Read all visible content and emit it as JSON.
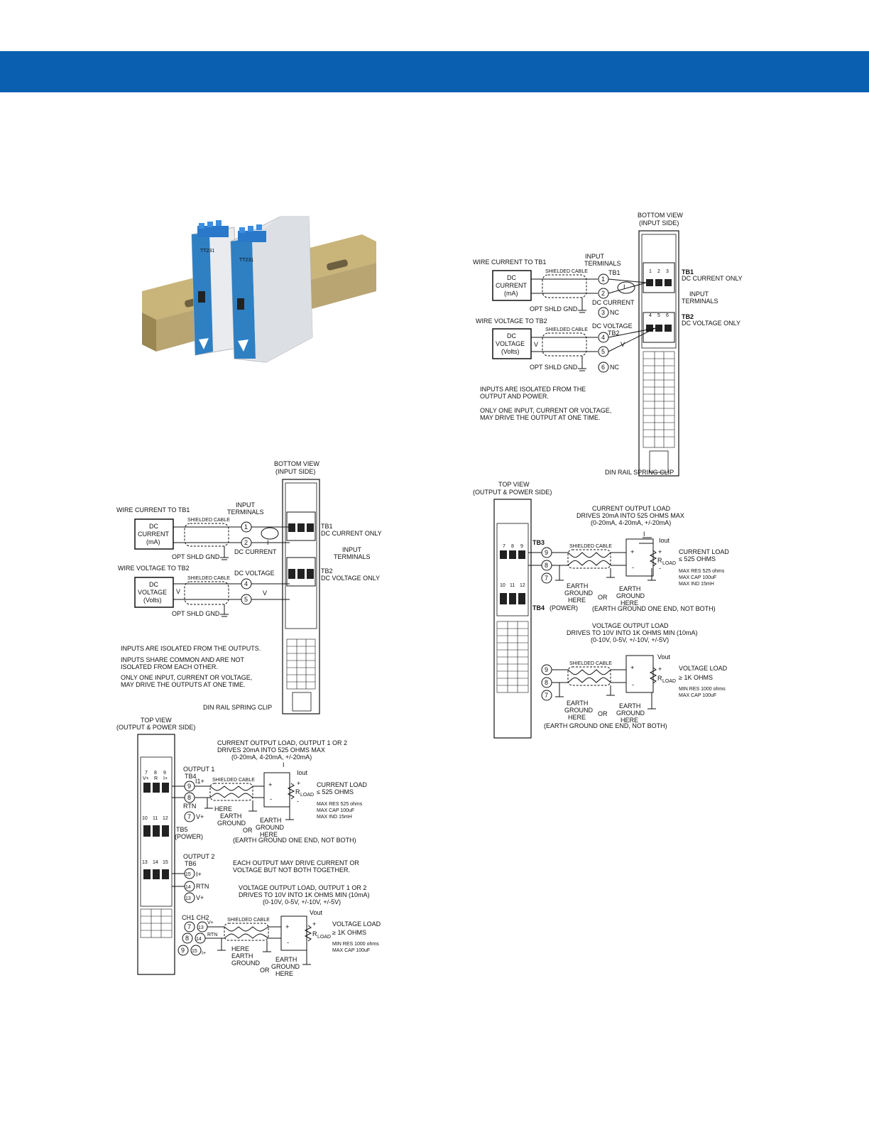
{
  "colors": {
    "banner": "#0b5fb1",
    "module_blue": "#2f7fc3",
    "module_body": "#e9ebee",
    "rail": "#b8a572"
  },
  "photo": {
    "module_a_label": "TT231",
    "module_b_label": "TT231",
    "icon": "din-rail-modules-photo"
  },
  "diagram_tr": {
    "bottom_view": "BOTTOM VIEW",
    "input_side": "(INPUT SIDE)",
    "wire_current": "WIRE CURRENT TO TB1",
    "input_terminals": "INPUT",
    "input_terminals2": "TERMINALS",
    "tb1": "TB1",
    "shielded": "SHIELDED CABLE",
    "dc": "DC",
    "current": "CURRENT",
    "ma": "(mA)",
    "dc_current": "DC CURRENT",
    "opt_shld": "OPT SHLD GND",
    "nc": "NC",
    "wire_voltage": "WIRE VOLTAGE TO TB2",
    "dc_voltage": "DC VOLTAGE",
    "tb2": "TB2",
    "voltage": "VOLTAGE",
    "volts": "(Volts)",
    "v": "V",
    "i": "I",
    "tb1_right": "TB1",
    "tb1_desc": "DC CURRENT ONLY",
    "input_right": "INPUT",
    "terminals_right": "TERMINALS",
    "tb2_right": "TB2",
    "tb2_desc": "DC VOLTAGE ONLY",
    "note1a": "INPUTS ARE ISOLATED FROM THE",
    "note1b": "OUTPUT AND POWER.",
    "note2a": "ONLY ONE INPUT, CURRENT OR VOLTAGE,",
    "note2b": "MAY DRIVE THE OUTPUT AT ONE TIME.",
    "din_clip": "DIN RAIL SPRING CLIP",
    "n1": "1",
    "n2": "2",
    "n3": "3",
    "n4": "4",
    "n5": "5",
    "n6": "6"
  },
  "diagram_ml": {
    "bottom_view": "BOTTOM VIEW",
    "input_side": "(INPUT SIDE)",
    "wire_current": "WIRE CURRENT TO TB1",
    "input_terminals": "INPUT",
    "input_terminals2": "TERMINALS",
    "shielded": "SHIELDED CABLE",
    "dc": "DC",
    "current": "CURRENT",
    "ma": "(mA)",
    "dc_current": "DC CURRENT",
    "opt_shld": "OPT SHLD GND",
    "wire_voltage": "WIRE VOLTAGE TO TB2",
    "dc_voltage": "DC VOLTAGE",
    "voltage": "VOLTAGE",
    "volts": "(Volts)",
    "v": "V",
    "i": "I",
    "tb1_right": "TB1",
    "tb1_desc": "DC CURRENT ONLY",
    "input_right": "INPUT",
    "terminals_right": "TERMINALS",
    "tb2_right": "TB2",
    "tb2_desc": "DC VOLTAGE ONLY",
    "note1": "INPUTS ARE ISOLATED FROM THE OUTPUTS.",
    "note2a": "INPUTS SHARE COMMON AND ARE NOT",
    "note2b": "ISOLATED FROM EACH OTHER.",
    "note3a": "ONLY ONE INPUT, CURRENT OR VOLTAGE,",
    "note3b": "MAY DRIVE THE OUTPUTS AT ONE TIME.",
    "din_clip": "DIN RAIL SPRING CLIP",
    "n1": "1",
    "n2": "2",
    "n4": "4",
    "n5": "5"
  },
  "diagram_mr": {
    "top_view": "TOP VIEW",
    "output_side": "(OUTPUT & POWER SIDE)",
    "cur_load1": "CURRENT OUTPUT LOAD",
    "cur_load2": "DRIVES 20mA INTO 525 OHMS MAX",
    "cur_load3": "(0-20mA, 4-20mA, +/-20mA)",
    "tb3": "TB3",
    "tb4": "TB4",
    "power": "(POWER)",
    "shielded": "SHIELDED CABLE",
    "iout": "Iout",
    "i": "I",
    "current_load": "CURRENT LOAD",
    "le525": "≤ 525 OHMS",
    "max_res": "MAX RES 525 ohms",
    "max_cap": "MAX CAP 100uF",
    "max_ind": "MAX IND 15mH",
    "earth": "EARTH",
    "ground": "GROUND",
    "here": "HERE",
    "or": "OR",
    "one_end": "(EARTH GROUND ONE END, NOT BOTH)",
    "volt_load1": "VOLTAGE OUTPUT LOAD",
    "volt_load2": "DRIVES TO 10V INTO 1K OHMS MIN (10mA)",
    "volt_load3": "(0-10V, 0-5V, +/-10V, +/-5V)",
    "vout": "Vout",
    "voltage_load": "VOLTAGE LOAD",
    "ge1k": "≥ 1K OHMS",
    "min_res": "MIN RES 1000 ohms",
    "max_cap2": "MAX CAP 100uF",
    "rload": "R",
    "load_sub": "LOAD",
    "n7": "7",
    "n8": "8",
    "n9": "9",
    "n10": "10",
    "n11": "11",
    "n12": "12"
  },
  "diagram_bl": {
    "top_view": "TOP VIEW",
    "output_side": "(OUTPUT & POWER SIDE)",
    "cur_load1": "CURRENT OUTPUT LOAD, OUTPUT 1 OR 2",
    "cur_load2": "DRIVES 20mA INTO 525 OHMS MAX",
    "cur_load3": "(0-20mA, 4-20mA, +/-20mA)",
    "output1": "OUTPUT 1",
    "tb4": "TB4",
    "i1": "I1+",
    "rtn": "RTN",
    "vplus": "V+",
    "here": "HERE",
    "earth": "EARTH",
    "ground": "GROUND",
    "or": "OR",
    "shielded": "SHIELDED CABLE",
    "iout": "Iout",
    "i": "I",
    "current_load": "CURRENT LOAD",
    "le525": "≤ 525 OHMS",
    "max_res": "MAX RES 525 ohms",
    "max_cap": "MAX CAP 100uF",
    "max_ind": "MAX IND 15mH",
    "tb5": "TB5",
    "power": "(POWER)",
    "one_end": "(EARTH GROUND ONE END, NOT BOTH)",
    "output2": "OUTPUT 2",
    "tb6": "TB6",
    "iplus": "I+",
    "each1": "EACH OUTPUT MAY DRIVE CURRENT OR",
    "each2": "VOLTAGE BUT NOT BOTH TOGETHER.",
    "volt_load1": "VOLTAGE OUTPUT LOAD, OUTPUT 1 OR 2",
    "volt_load2": "DRIVES TO 10V INTO 1K OHMS MIN (10mA)",
    "volt_load3": "(0-10V, 0-5V, +/-10V, +/-5V)",
    "ch1ch2": "CH1  CH2",
    "vout": "Vout",
    "voltage_load": "VOLTAGE LOAD",
    "ge1k": "≥ 1K OHMS",
    "min_res": "MIN RES 1000 ohms",
    "max_cap2": "MAX CAP 100uF",
    "rload": "R",
    "load_sub": "LOAD",
    "n7": "7",
    "n8": "8",
    "n9": "9",
    "n13": "13",
    "n14": "14",
    "n15": "15",
    "n10": "10",
    "n11": "11",
    "n12": "12",
    "t_vplus": "V+",
    "t_r": "R",
    "t_iplus": "I+"
  }
}
